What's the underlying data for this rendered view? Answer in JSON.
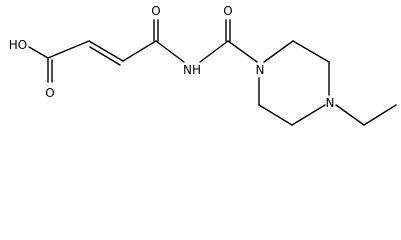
{
  "molecule": {
    "atoms": {
      "hydroxyl": "HO",
      "carboxyl_oxygen": "O",
      "ketone_oxygen": "O",
      "amide_nitrogen": "NH",
      "carbamoyl_oxygen": "O",
      "piperazine_n1": "N",
      "piperazine_n4": "N"
    }
  }
}
